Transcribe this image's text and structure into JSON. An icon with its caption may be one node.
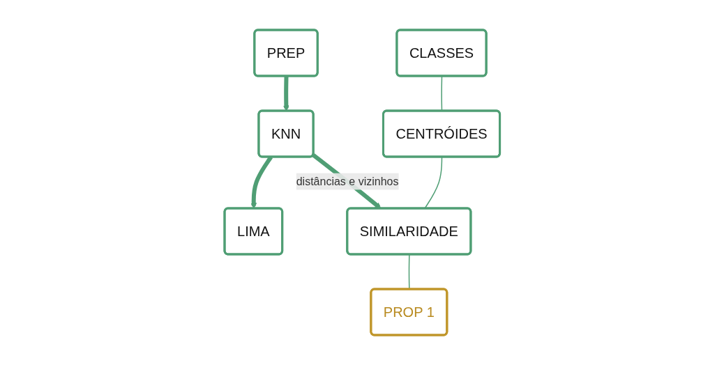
{
  "diagram": {
    "nodes": [
      {
        "text": [
          "PREP"
        ]
      },
      {
        "text": [
          "KNN"
        ]
      },
      {
        "text": [
          "LIMA"
        ]
      },
      {
        "text": [
          "SIMILARIDADE"
        ]
      },
      {
        "text": [
          "CLASSES"
        ]
      },
      {
        "text": [
          "CENTRÓIDES"
        ]
      },
      {
        "text": [
          "PROP 1"
        ]
      }
    ],
    "edges": [
      {
        "from": 0,
        "to": 1,
        "arrow": "to",
        "style": "thick"
      },
      {
        "from": 1,
        "to": 2,
        "arrow": "to",
        "style": "thick"
      },
      {
        "from": 1,
        "to": 3,
        "arrow": "to",
        "style": "thick",
        "label": "distâncias e vizinhos"
      },
      {
        "from": 4,
        "to": 5,
        "arrow": "none"
      },
      {
        "from": 5,
        "to": 3,
        "arrow": "none"
      },
      {
        "from": 3,
        "to": 6,
        "arrow": "none"
      }
    ]
  }
}
